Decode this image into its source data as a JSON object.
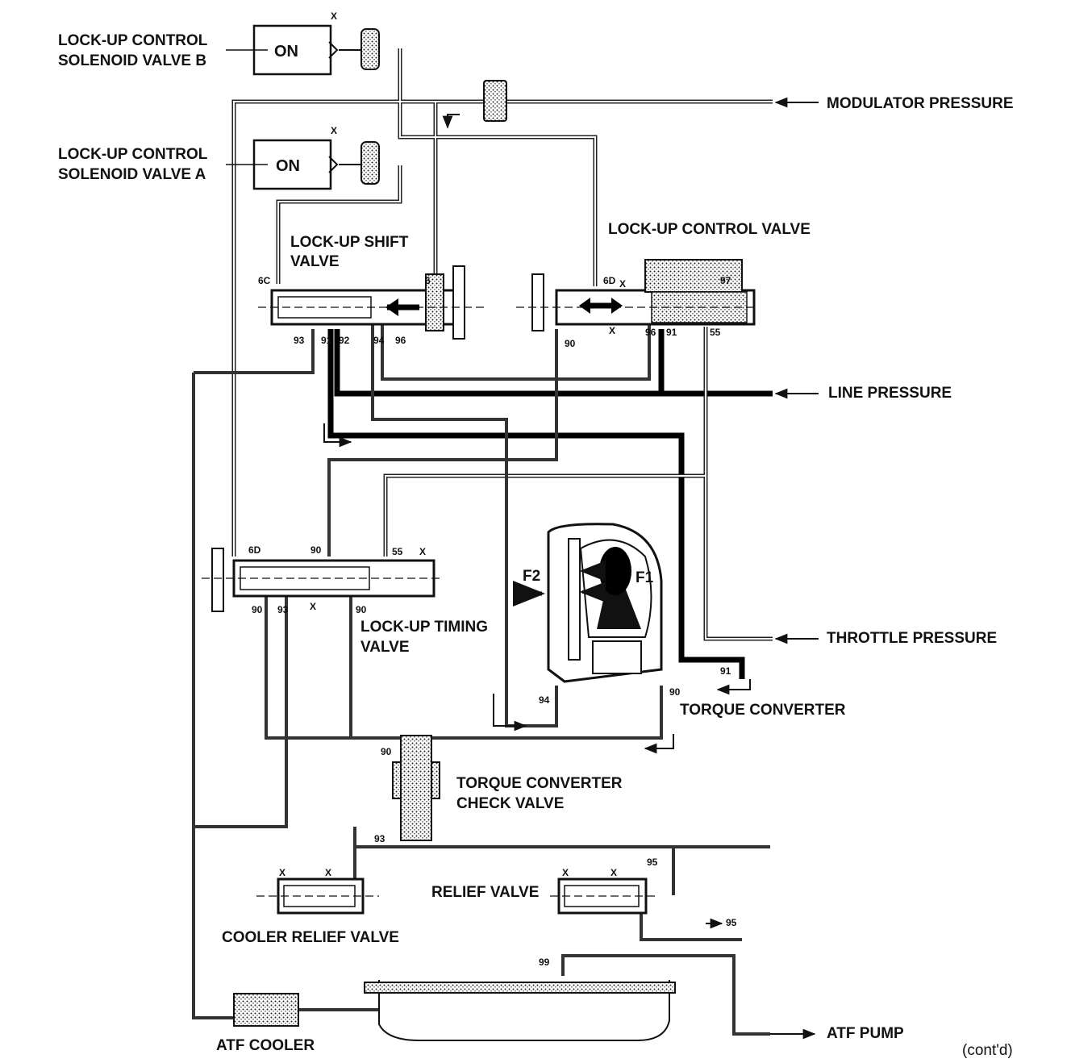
{
  "labels": {
    "solenoid_b_line1": "LOCK-UP CONTROL",
    "solenoid_b_line2": "SOLENOID VALVE B",
    "solenoid_a_line1": "LOCK-UP CONTROL",
    "solenoid_a_line2": "SOLENOID VALVE A",
    "solenoid_b_state": "ON",
    "solenoid_a_state": "ON",
    "modulator_pressure": "MODULATOR PRESSURE",
    "lockup_shift_valve_line1": "LOCK-UP SHIFT",
    "lockup_shift_valve_line2": "VALVE",
    "lockup_control_valve": "LOCK-UP CONTROL VALVE",
    "line_pressure": "LINE PRESSURE",
    "lockup_timing_valve_line1": "LOCK-UP TIMING",
    "lockup_timing_valve_line2": "VALVE",
    "throttle_pressure": "THROTTLE PRESSURE",
    "torque_converter": "TORQUE CONVERTER",
    "tc_check_valve_line1": "TORQUE CONVERTER",
    "tc_check_valve_line2": "CHECK VALVE",
    "relief_valve": "RELIEF VALVE",
    "cooler_relief_valve": "COOLER RELIEF VALVE",
    "atf_cooler": "ATF COOLER",
    "atf_pump": "ATF PUMP",
    "contd": "(cont'd)",
    "f1": "F1",
    "f2": "F2"
  },
  "port_numbers": {
    "shift_6c": "6C",
    "shift_6": "6",
    "shift_93": "93",
    "shift_91": "91",
    "shift_92": "92",
    "shift_94": "94",
    "shift_96": "96",
    "ctrl_6d": "6D",
    "ctrl_97": "97",
    "ctrl_90": "90",
    "ctrl_96": "96",
    "ctrl_91": "91",
    "ctrl_55": "55",
    "timing_6d": "6D",
    "timing_90_top": "90",
    "timing_55": "55",
    "timing_90_left": "90",
    "timing_93": "93",
    "timing_90_right": "90",
    "tc_91": "91",
    "tc_90": "90",
    "tc_94": "94",
    "check_90": "90",
    "check_93": "93",
    "relief_95": "95",
    "relief_95_out": "95",
    "pump_99": "99"
  },
  "exhaust_marker": "X"
}
